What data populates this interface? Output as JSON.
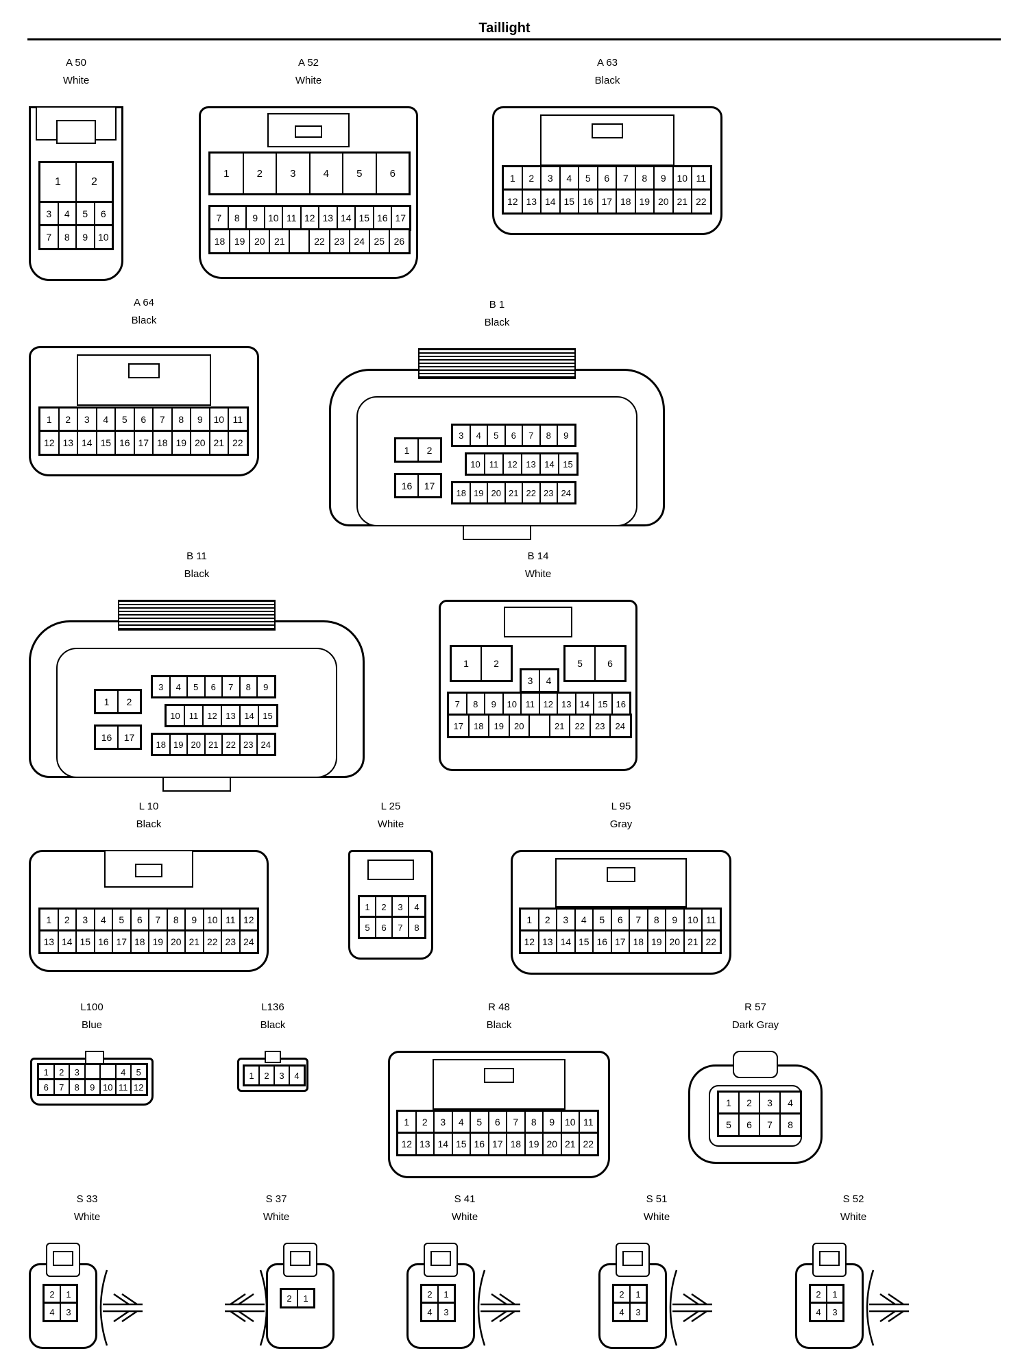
{
  "page": {
    "title": "Taillight"
  },
  "connectors": {
    "A50": {
      "name": "A 50",
      "color": "White",
      "rows": [
        [
          "1",
          "2"
        ],
        [
          "3",
          "4",
          "5",
          "6"
        ],
        [
          "7",
          "8",
          "9",
          "10"
        ]
      ]
    },
    "A52": {
      "name": "A 52",
      "color": "White",
      "big": [
        "1",
        "2",
        "3",
        "4",
        "5",
        "6"
      ],
      "row1": [
        "7",
        "8",
        "9",
        "10",
        "11",
        "12",
        "13",
        "14",
        "15",
        "16",
        "17"
      ],
      "row2": [
        "18",
        "19",
        "20",
        "21",
        "",
        "22",
        "23",
        "24",
        "25",
        "26"
      ]
    },
    "A63": {
      "name": "A 63",
      "color": "Black",
      "row1": [
        "1",
        "2",
        "3",
        "4",
        "5",
        "6",
        "7",
        "8",
        "9",
        "10",
        "11"
      ],
      "row2": [
        "12",
        "13",
        "14",
        "15",
        "16",
        "17",
        "18",
        "19",
        "20",
        "21",
        "22"
      ]
    },
    "A64": {
      "name": "A 64",
      "color": "Black",
      "row1": [
        "1",
        "2",
        "3",
        "4",
        "5",
        "6",
        "7",
        "8",
        "9",
        "10",
        "11"
      ],
      "row2": [
        "12",
        "13",
        "14",
        "15",
        "16",
        "17",
        "18",
        "19",
        "20",
        "21",
        "22"
      ]
    },
    "B1": {
      "name": "B 1",
      "color": "Black"
    },
    "B11": {
      "name": "B 11",
      "color": "Black"
    },
    "B14": {
      "name": "B 14",
      "color": "White"
    },
    "L10": {
      "name": "L 10",
      "color": "Black",
      "row1": [
        "1",
        "2",
        "3",
        "4",
        "5",
        "6",
        "7",
        "8",
        "9",
        "10",
        "11",
        "12"
      ],
      "row2": [
        "13",
        "14",
        "15",
        "16",
        "17",
        "18",
        "19",
        "20",
        "21",
        "22",
        "23",
        "24"
      ]
    },
    "L25": {
      "name": "L 25",
      "color": "White",
      "row1": [
        "1",
        "2",
        "3",
        "4"
      ],
      "row2": [
        "5",
        "6",
        "7",
        "8"
      ]
    },
    "L95": {
      "name": "L 95",
      "color": "Gray",
      "row1": [
        "1",
        "2",
        "3",
        "4",
        "5",
        "6",
        "7",
        "8",
        "9",
        "10",
        "11"
      ],
      "row2": [
        "12",
        "13",
        "14",
        "15",
        "16",
        "17",
        "18",
        "19",
        "20",
        "21",
        "22"
      ]
    },
    "L100": {
      "name": "L100",
      "color": "Blue",
      "row1": [
        "1",
        "2",
        "3",
        "",
        "",
        "4",
        "5"
      ],
      "row2": [
        "6",
        "7",
        "8",
        "9",
        "10",
        "11",
        "12"
      ]
    },
    "L136": {
      "name": "L136",
      "color": "Black",
      "row1": [
        "1",
        "2",
        "3",
        "4"
      ]
    },
    "R48": {
      "name": "R 48",
      "color": "Black",
      "row1": [
        "1",
        "2",
        "3",
        "4",
        "5",
        "6",
        "7",
        "8",
        "9",
        "10",
        "11"
      ],
      "row2": [
        "12",
        "13",
        "14",
        "15",
        "16",
        "17",
        "18",
        "19",
        "20",
        "21",
        "22"
      ]
    },
    "R57": {
      "name": "R 57",
      "color": "Dark Gray",
      "row1": [
        "1",
        "2",
        "3",
        "4"
      ],
      "row2": [
        "5",
        "6",
        "7",
        "8"
      ]
    },
    "S33": {
      "name": "S 33",
      "color": "White",
      "pins": [
        "2",
        "1",
        "4",
        "3"
      ]
    },
    "S37": {
      "name": "S 37",
      "color": "White",
      "pins": [
        "2",
        "1"
      ]
    },
    "S41": {
      "name": "S 41",
      "color": "White",
      "pins": [
        "2",
        "1",
        "4",
        "3"
      ]
    },
    "S51": {
      "name": "S 51",
      "color": "White",
      "pins": [
        "2",
        "1",
        "4",
        "3"
      ]
    },
    "S52": {
      "name": "S 52",
      "color": "White",
      "pins": [
        "2",
        "1",
        "4",
        "3"
      ]
    }
  },
  "b_series": {
    "B1": {
      "groupA": [
        "1",
        "2"
      ],
      "groupB": [
        "16",
        "17"
      ],
      "top": [
        "3",
        "4",
        "5",
        "6",
        "7",
        "8",
        "9"
      ],
      "mid": [
        "10",
        "11",
        "12",
        "13",
        "14",
        "15"
      ],
      "bot": [
        "18",
        "19",
        "20",
        "21",
        "22",
        "23",
        "24"
      ]
    },
    "B11": {
      "groupA": [
        "1",
        "2"
      ],
      "groupB": [
        "16",
        "17"
      ],
      "top": [
        "3",
        "4",
        "5",
        "6",
        "7",
        "8",
        "9"
      ],
      "mid": [
        "10",
        "11",
        "12",
        "13",
        "14",
        "15"
      ],
      "bot": [
        "18",
        "19",
        "20",
        "21",
        "22",
        "23",
        "24"
      ]
    },
    "B14": {
      "bigL": [
        "1",
        "2"
      ],
      "bigR": [
        "5",
        "6"
      ],
      "mid": [
        "3",
        "4"
      ],
      "row1": [
        "7",
        "8",
        "9",
        "10",
        "11",
        "12",
        "13",
        "14",
        "15",
        "16"
      ],
      "row2": [
        "17",
        "18",
        "19",
        "20",
        "",
        "21",
        "22",
        "23",
        "24"
      ]
    }
  }
}
